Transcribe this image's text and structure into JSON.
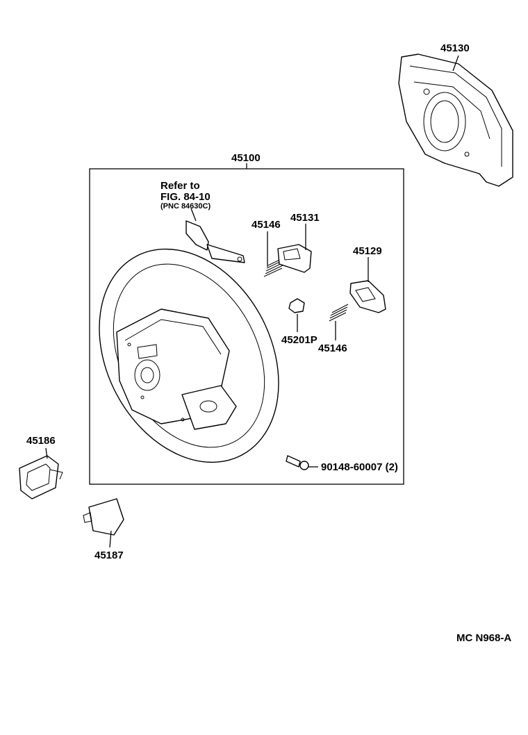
{
  "parts": {
    "steering_wheel_assy": "45100",
    "horn_button_pad": "45130",
    "cover_1": "45131",
    "cover_2": "45129",
    "spring_1": "45146",
    "spring_2": "45146",
    "clip": "45201P",
    "screw": "90148-60007 (2)",
    "lower_cover_lh": "45186",
    "lower_cover_rh": "45187"
  },
  "reference": {
    "line1": "Refer to",
    "line2": "FIG. 84-10",
    "line3": "(PNC 84630C)"
  },
  "figure_code": "MC N968-A"
}
